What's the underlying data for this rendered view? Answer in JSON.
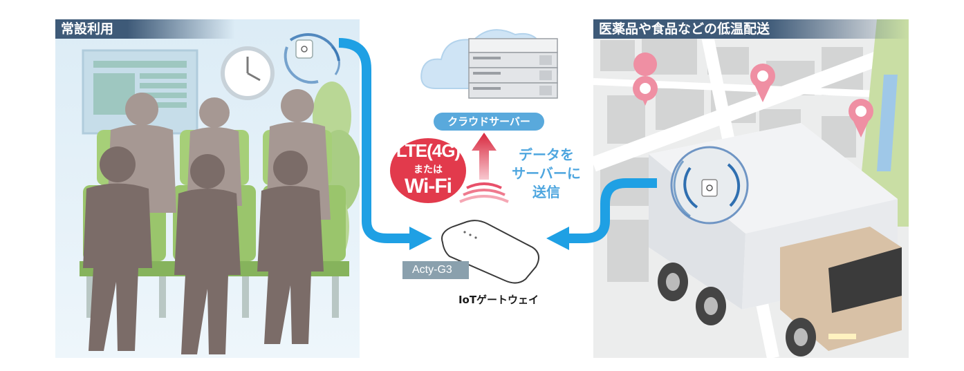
{
  "left_panel": {
    "title": "常設利用"
  },
  "right_panel": {
    "title": "医薬品や食品などの低温配送"
  },
  "cloud": {
    "label": "クラウドサーバー"
  },
  "connectivity": {
    "line1": "LTE(4G)",
    "line2": "または",
    "line3": "Wi-Fi"
  },
  "transmit": {
    "line1": "データを",
    "line2": "サーバーに",
    "line3": "送信"
  },
  "gateway": {
    "model": "Acty-G3",
    "label": "IoTゲートウェイ"
  },
  "colors": {
    "accent_blue": "#1fa0e4",
    "lte_red": "#e23a4c",
    "title_bar": "#3e5a78",
    "text_blue": "#4ea6df",
    "pin_pink": "#ef8fa3"
  },
  "icons": [
    "beacon-sensor-icon",
    "clock-icon",
    "server-rack-icon",
    "cloud-icon",
    "map-pin-icon",
    "truck-icon",
    "up-arrow-icon"
  ]
}
